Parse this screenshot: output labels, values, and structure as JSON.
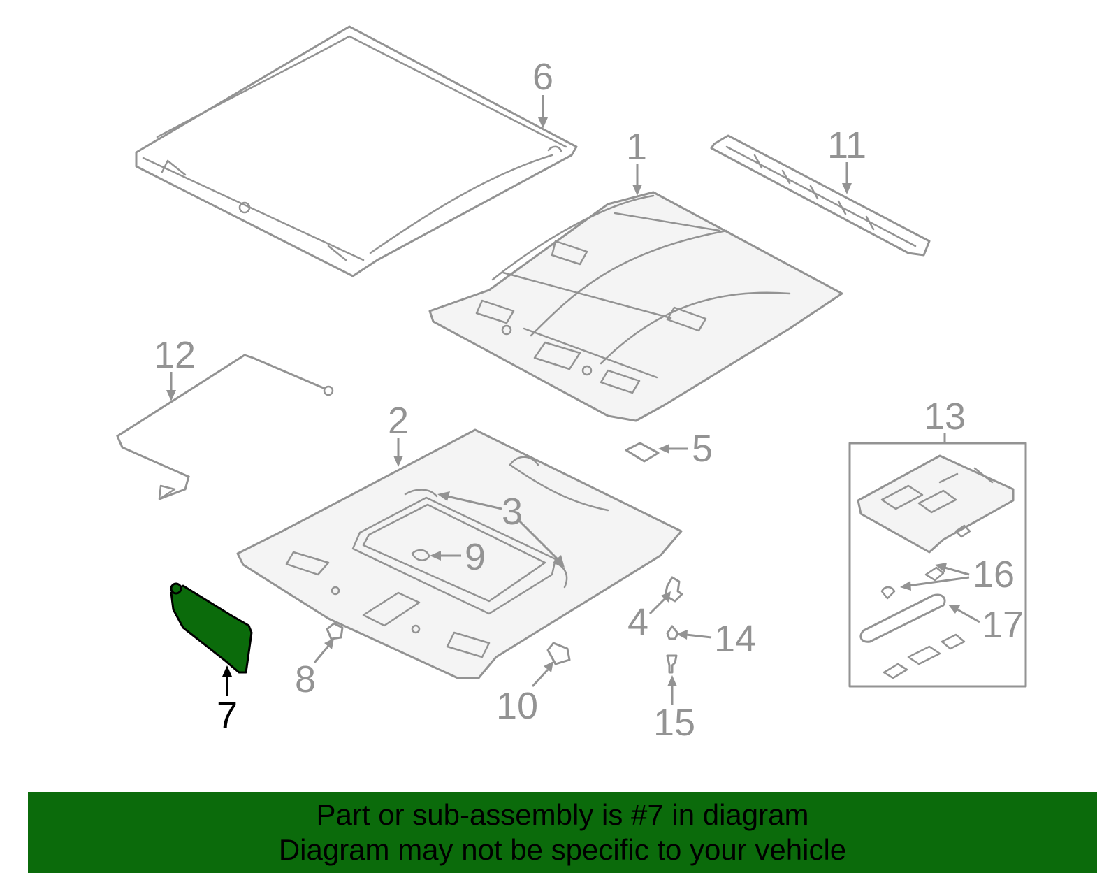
{
  "callouts": {
    "c1": "1",
    "c2": "2",
    "c3": "3",
    "c4": "4",
    "c5": "5",
    "c6": "6",
    "c7": "7",
    "c8": "8",
    "c9": "9",
    "c10": "10",
    "c11": "11",
    "c12": "12",
    "c13": "13",
    "c14": "14",
    "c15": "15",
    "c16": "16",
    "c17": "17"
  },
  "highlight": {
    "part": "7",
    "color": "#0b6b0b"
  },
  "banner": {
    "line1": "Part or sub-assembly is #7 in diagram",
    "line2": "Diagram may not be specific to your vehicle",
    "background": "#0b6b0b"
  }
}
